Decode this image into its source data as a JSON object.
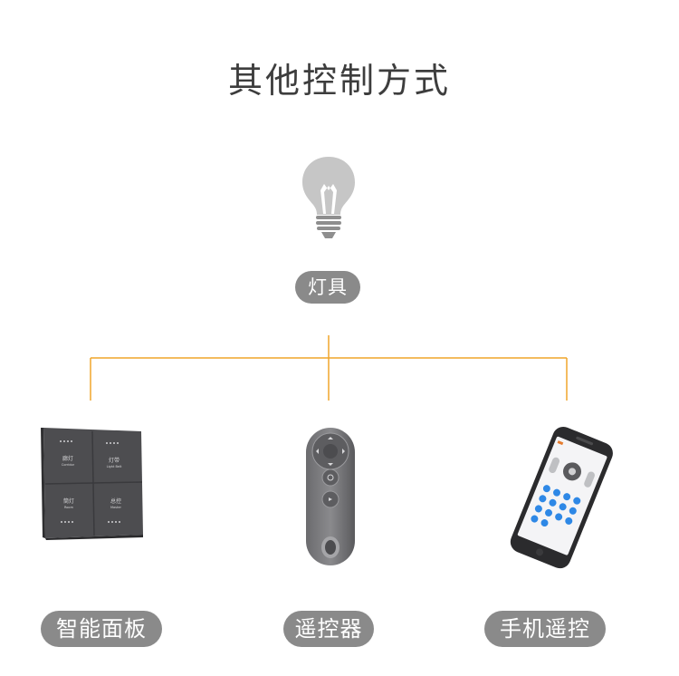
{
  "title": "其他控制方式",
  "top_node": {
    "label": "灯具",
    "icon": "light-bulb-icon"
  },
  "connector_color": "#f0a52a",
  "devices": [
    {
      "label": "智能面板",
      "icon": "smart-panel-icon",
      "keys": [
        {
          "cn": "廊灯",
          "en": "Corridor"
        },
        {
          "cn": "灯带",
          "en": "Light Belt"
        },
        {
          "cn": "筒灯",
          "en": "Room"
        },
        {
          "cn": "总控",
          "en": "Master"
        }
      ]
    },
    {
      "label": "遥控器",
      "icon": "remote-control-icon"
    },
    {
      "label": "手机遥控",
      "icon": "smartphone-icon"
    }
  ]
}
